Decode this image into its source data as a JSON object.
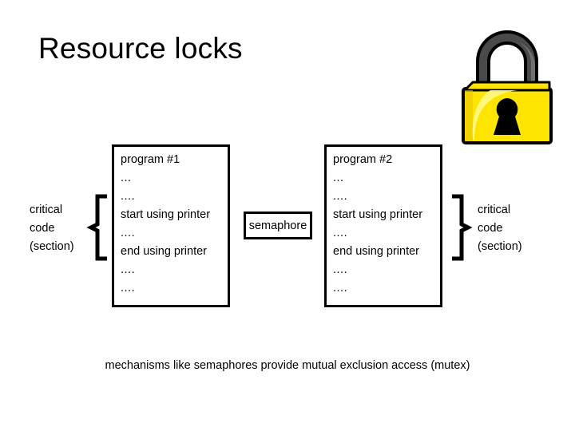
{
  "slide": {
    "title": "Resource locks",
    "caption": "mechanisms like semaphores provide mutual exclusion access (mutex)"
  },
  "illustration": {
    "icon": "padlock-icon",
    "body_color": "#FFE400",
    "body_highlight_color": "#FFF36A",
    "shackle_color": "#4A4A4A",
    "shackle_highlight_color": "#6E6E6E",
    "keyhole_color": "#000000",
    "outline_color": "#000000"
  },
  "diagram": {
    "programs": [
      {
        "name": "program-1",
        "lines": [
          "program #1",
          "...",
          "....",
          "start using printer",
          "....",
          "end using printer",
          "....",
          "...."
        ]
      },
      {
        "name": "program-2",
        "lines": [
          "program #2",
          "...",
          "....",
          "start using printer",
          "....",
          "end using printer",
          "....",
          "...."
        ]
      }
    ],
    "semaphore": {
      "label": "semaphore"
    },
    "annotations": {
      "left": {
        "line1": "critical",
        "line2": "code",
        "line3": "(section)",
        "brace": "left-curly-brace"
      },
      "right": {
        "line1": "critical",
        "line2": "code",
        "line3": "(section)",
        "brace": "right-curly-brace"
      }
    }
  }
}
